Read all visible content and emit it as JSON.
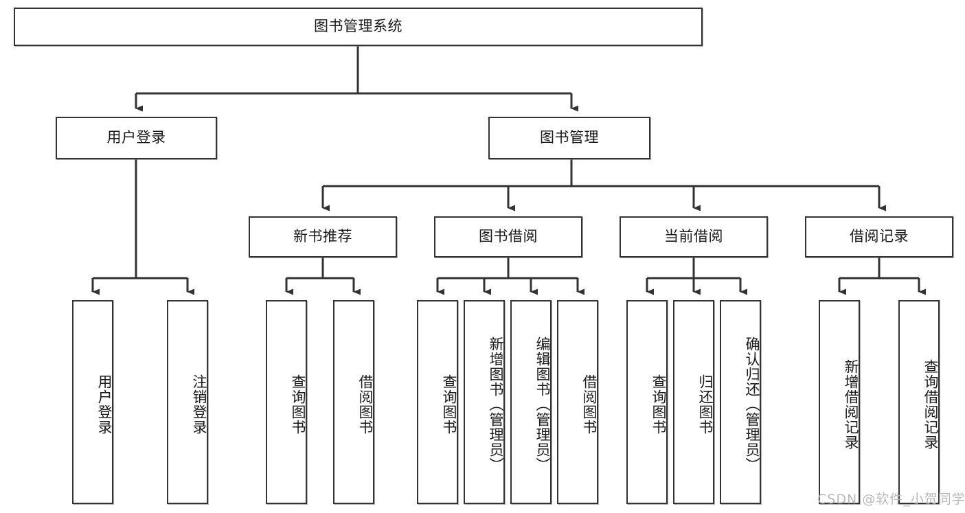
{
  "diagram": {
    "title": "图书管理系统",
    "type": "tree-hierarchy-chart",
    "watermark": "CSDN @软件_小贺同学",
    "colors": {
      "box_border": "#333333",
      "box_fill": "#ffffff",
      "edge": "#333333",
      "text": "#1a1a1a",
      "watermark": "#b9b9b9"
    },
    "nodes": {
      "root": {
        "label": "图书管理系统"
      },
      "level2": [
        {
          "id": "user-login",
          "label": "用户登录"
        },
        {
          "id": "book-manage",
          "label": "图书管理"
        }
      ],
      "level3": [
        {
          "id": "new-book-recommend",
          "label": "新书推荐"
        },
        {
          "id": "book-borrow",
          "label": "图书借阅"
        },
        {
          "id": "current-borrow",
          "label": "当前借阅"
        },
        {
          "id": "borrow-record",
          "label": "借阅记录"
        }
      ],
      "leaves": {
        "user-login": [
          {
            "id": "leaf-user-login",
            "label": "用户登录"
          },
          {
            "id": "leaf-user-logout",
            "label": "注销登录"
          }
        ],
        "new-book-recommend": [
          {
            "id": "leaf-query-book-1",
            "label": "查询图书"
          },
          {
            "id": "leaf-borrow-book-1",
            "label": "借阅图书"
          }
        ],
        "book-borrow": [
          {
            "id": "leaf-query-book-2",
            "label": "查询图书"
          },
          {
            "id": "leaf-add-book",
            "label": "新增图书（管理员）"
          },
          {
            "id": "leaf-edit-book",
            "label": "编辑图书（管理员）"
          },
          {
            "id": "leaf-borrow-book-2",
            "label": "借阅图书"
          }
        ],
        "current-borrow": [
          {
            "id": "leaf-query-book-3",
            "label": "查询图书"
          },
          {
            "id": "leaf-return-book",
            "label": "归还图书"
          },
          {
            "id": "leaf-confirm-return",
            "label": "确认归还（管理员）"
          }
        ],
        "borrow-record": [
          {
            "id": "leaf-add-record",
            "label": "新增借阅记录"
          },
          {
            "id": "leaf-query-record",
            "label": "查询借阅记录"
          }
        ]
      }
    }
  }
}
